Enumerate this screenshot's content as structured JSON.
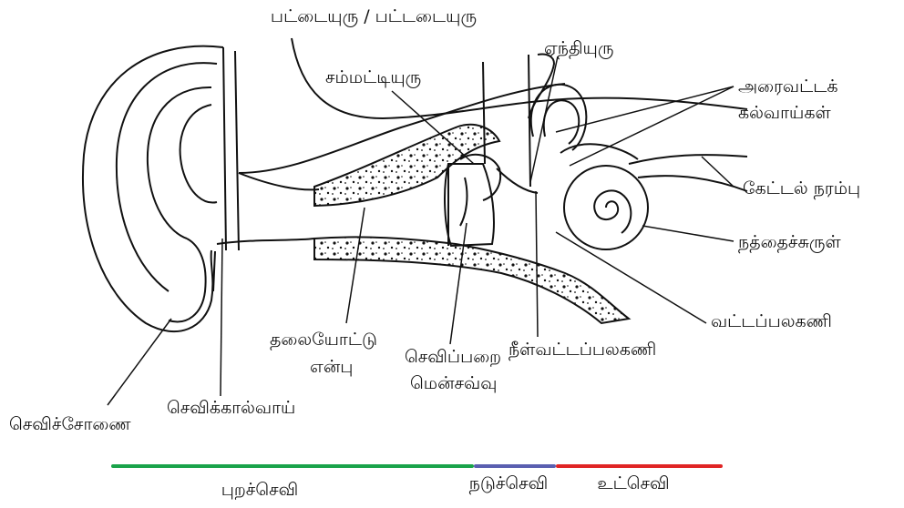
{
  "labels": {
    "ossicle_titles": "பட்டையுரு / பட்டடையுரு",
    "malleus": "சம்மட்டியுரு",
    "stapes": "ஏந்தியுரு",
    "semicircular_line1": "அரைவட்டக்",
    "semicircular_line2": "கல்வாய்கள்",
    "auditory_nerve": "கேட்டல் நரம்பு",
    "cochlea": "நத்தைச்சுருள்",
    "round_window": "வட்டப்பலகணி",
    "oval_window": "நீள்வட்டப்பலகணி",
    "eardrum_line1": "செவிப்பறை",
    "eardrum_line2": "மென்சவ்வு",
    "skull_line1": "தலையோட்டு",
    "skull_line2": "என்பு",
    "ear_canal": "செவிக்கால்வாய்",
    "pinna": "செவிச்சோணை"
  },
  "regions": {
    "outer": "புறச்செவி",
    "middle": "நடுச்செவி",
    "inner": "உட்செவி"
  },
  "colors": {
    "outer": "#1aa34a",
    "middle": "#5a5fb0",
    "inner": "#e02424"
  }
}
